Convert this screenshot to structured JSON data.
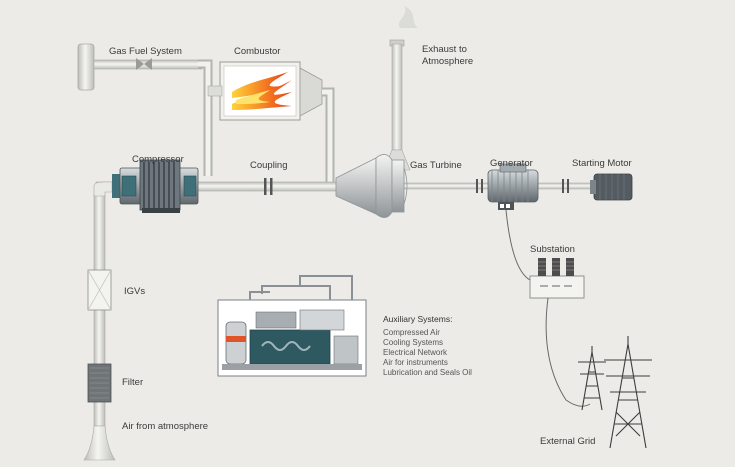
{
  "diagram": {
    "labels": {
      "gas_fuel_system": "Gas Fuel System",
      "combustor": "Combustor",
      "exhaust_line1": "Exhaust to",
      "exhaust_line2": "Atmosphere",
      "compressor": "Compressor",
      "coupling": "Coupling",
      "gas_turbine": "Gas Turbine",
      "generator": "Generator",
      "starting_motor": "Starting Motor",
      "substation": "Substation",
      "igvs": "IGVs",
      "filter": "Filter",
      "air_from_atmosphere": "Air from atmosphere",
      "external_grid": "External Grid"
    },
    "auxiliary": {
      "title": "Auxiliary Systems:",
      "items": [
        "Compressed Air",
        "Cooling Systems",
        "Electrical Network",
        "Air for instruments",
        "Lubrication and Seals Oil"
      ]
    },
    "colors": {
      "pipe": "#e6e6e2",
      "pipe_edge": "#a9a9a4",
      "steel": "#8e969c",
      "teal": "#3f6f78",
      "flame": "#f08a1c",
      "grid_cable": "#6a6a6a"
    }
  }
}
